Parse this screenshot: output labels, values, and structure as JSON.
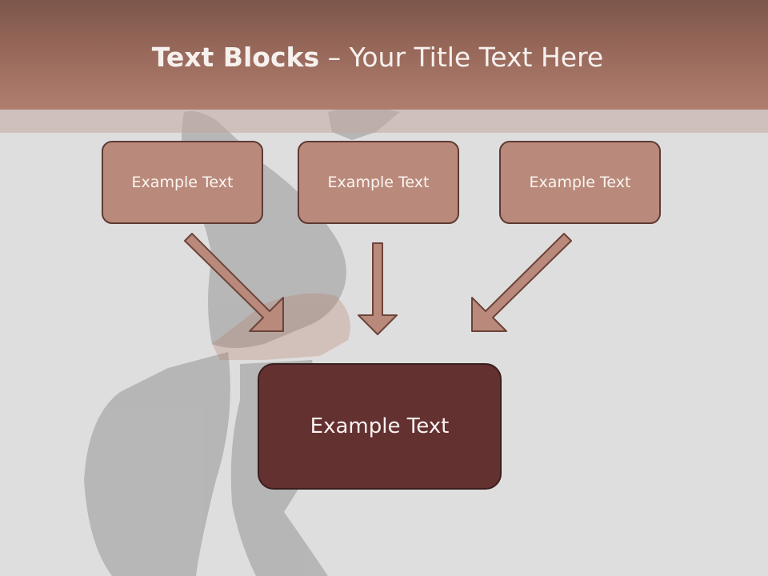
{
  "slide": {
    "title_bold": "Text Blocks",
    "title_dash": " – ",
    "title_rest": "Your Title Text Here"
  },
  "blocks": [
    {
      "label": "Example Text"
    },
    {
      "label": "Example Text"
    },
    {
      "label": "Example Text"
    }
  ],
  "main_block": {
    "label": "Example Text"
  },
  "colors": {
    "title_bar": "#97685a",
    "block_fill": "#b98a7b",
    "block_border": "#5e3a33",
    "main_fill": "#643131",
    "arrow_fill": "#b98a7b",
    "arrow_stroke": "#6d4339"
  }
}
